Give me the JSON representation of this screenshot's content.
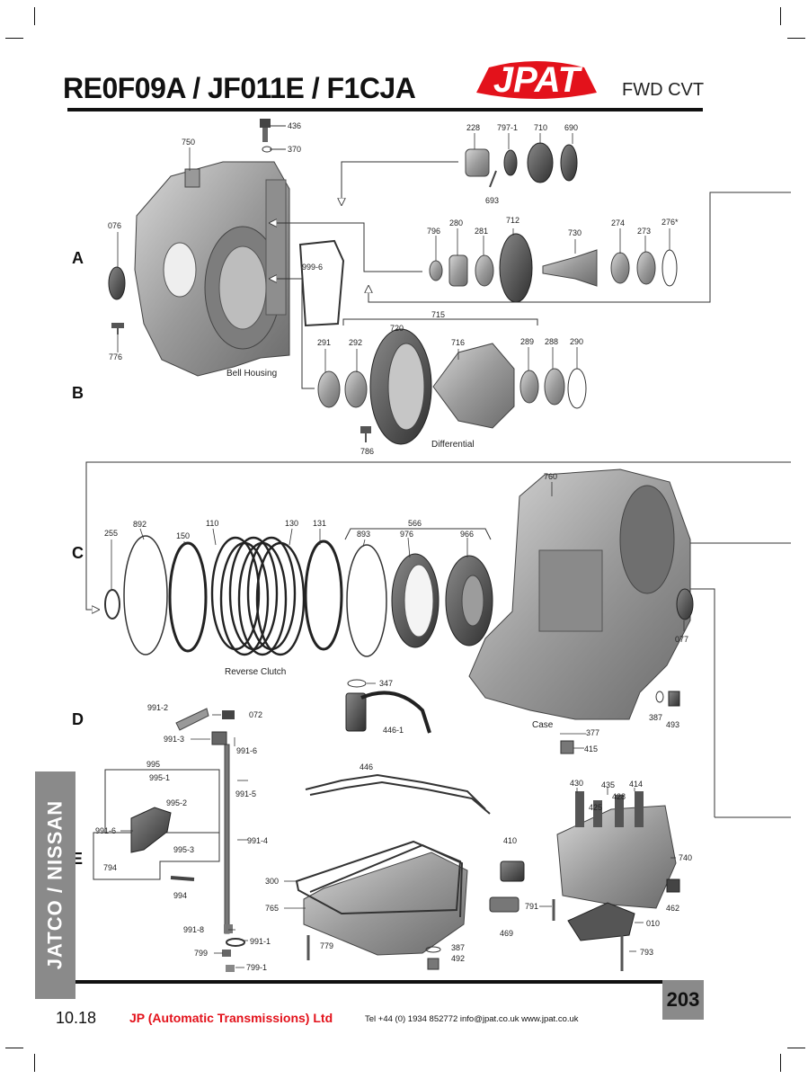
{
  "header": {
    "title": "RE0F09A / JF011E / F1CJA",
    "logo_text": "JPAT",
    "type_label": "FWD CVT",
    "brand_color": "#e3121b"
  },
  "rows": [
    "A",
    "B",
    "C",
    "D",
    "E"
  ],
  "side_label": "JATCO / NISSAN",
  "captions": {
    "bell_housing": "Bell Housing",
    "differential": "Differential",
    "reverse_clutch": "Reverse Clutch",
    "case": "Case"
  },
  "parts": {
    "p436": "436",
    "p370": "370",
    "p750": "750",
    "p076": "076",
    "p776": "776",
    "p999_6": "999-6",
    "p228": "228",
    "p797_1": "797-1",
    "p710": "710",
    "p690": "690",
    "p693": "693",
    "p796": "796",
    "p280": "280",
    "p281": "281",
    "p712": "712",
    "p730": "730",
    "p274": "274",
    "p273": "273",
    "p276": "276*",
    "p715": "715",
    "p720": "720",
    "p716": "716",
    "p291": "291",
    "p292": "292",
    "p289": "289",
    "p288": "288",
    "p290": "290",
    "p786": "786",
    "p760": "760",
    "p255": "255",
    "p892": "892",
    "p150": "150",
    "p110": "110",
    "p130": "130",
    "p131": "131",
    "p566": "566",
    "p893": "893",
    "p976": "976",
    "p966": "966",
    "p077": "077",
    "p347": "347",
    "p446_1": "446-1",
    "p446": "446",
    "p377": "377",
    "p415": "415",
    "p387a": "387",
    "p493": "493",
    "p991_2": "991-2",
    "p072": "072",
    "p991_3": "991-3",
    "p991_6a": "991-6",
    "p995": "995",
    "p995_1": "995-1",
    "p995_2": "995-2",
    "p991_5": "991-5",
    "p991_6b": "991-6",
    "p995_3": "995-3",
    "p991_4": "991-4",
    "p794": "794",
    "p994": "994",
    "p991_8": "991-8",
    "p991_1": "991-1",
    "p799": "799",
    "p799_1": "799-1",
    "p300": "300",
    "p765": "765",
    "p779": "779",
    "p387b": "387",
    "p492": "492",
    "p430": "430",
    "p435": "435",
    "p428": "428",
    "p414": "414",
    "p425": "425",
    "p410": "410",
    "p740": "740",
    "p462": "462",
    "p791": "791",
    "p010": "010",
    "p469": "469",
    "p793": "793"
  },
  "footer": {
    "page_number": "203",
    "version": "10.18",
    "company": "JP (Automatic Transmissions) Ltd",
    "contact": "Tel +44 (0) 1934 852772   info@jpat.co.uk   www.jpat.co.uk"
  }
}
